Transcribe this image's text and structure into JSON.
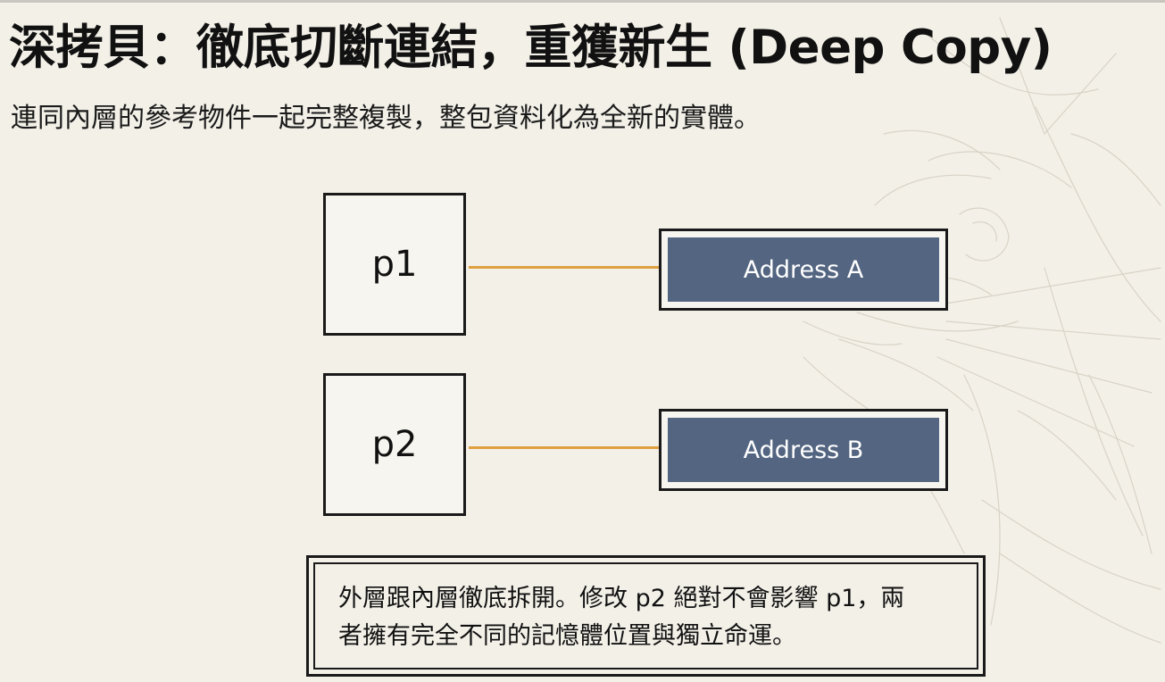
{
  "title": "深拷貝：徹底切斷連結，重獲新生 (Deep Copy)",
  "subtitle": "連同內層的參考物件一起完整複製，整包資料化為全新的實體。",
  "diagram": {
    "rows": [
      {
        "variable": "p1",
        "address": "Address A"
      },
      {
        "variable": "p2",
        "address": "Address B"
      }
    ]
  },
  "note": {
    "line1": "外層跟內層徹底拆開。修改 p2 絕對不會影響 p1，兩",
    "line2": "者擁有完全不同的記憶體位置與獨立命運。"
  },
  "colors": {
    "background": "#f3f0e8",
    "connector": "#e0a040",
    "address_fill": "#536581"
  }
}
